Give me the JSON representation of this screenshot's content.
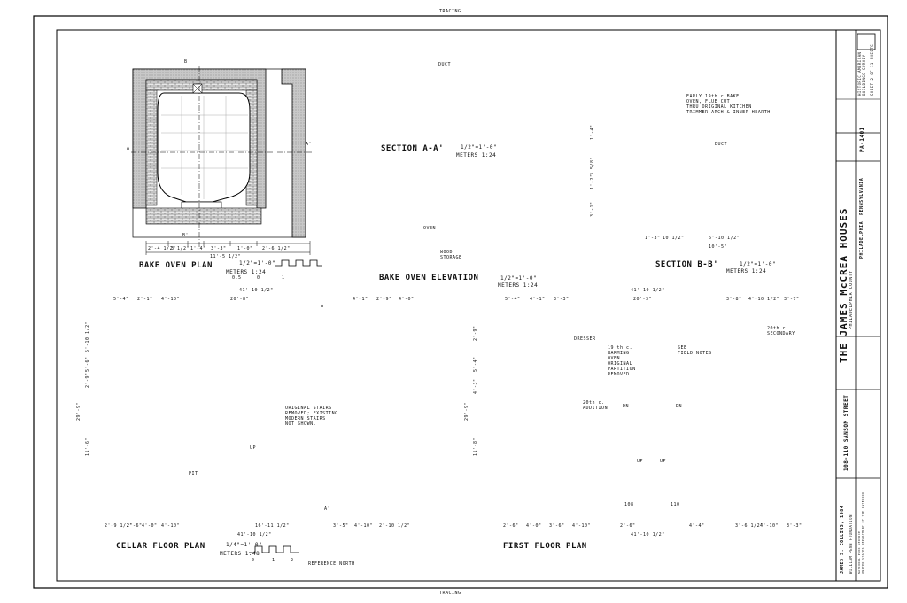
{
  "sheet": {
    "top_marker": "TRACING",
    "bottom_marker": "TRACING"
  },
  "drawings": {
    "bake_oven_plan": {
      "title": "BAKE OVEN PLAN",
      "scale_imperial": "1/2\"=1'-0\"",
      "scale_metric": "METERS 1:24",
      "scale_ticks": [
        "0.5",
        "0",
        "1"
      ],
      "section_marks": [
        "B",
        "A",
        "A'",
        "B'"
      ],
      "dims_bottom": [
        "2'-4 1/2\"",
        "3 1/2\"",
        "1'-4\"",
        "3'-3\"",
        "1'-0\"",
        "2'-6 1/2\""
      ],
      "dim_total": "11'-5 1/2\""
    },
    "section_aa": {
      "title": "SECTION  A-A'",
      "scale_imperial": "1/2\"=1'-0\"",
      "scale_metric": "METERS 1:24",
      "note": "DUCT"
    },
    "bake_oven_elevation": {
      "title": "BAKE OVEN ELEVATION",
      "scale_imperial": "1/2\"=1'-0\"",
      "scale_metric": "METERS 1:24",
      "labels": [
        "OVEN",
        "WOOD\nSTORAGE"
      ]
    },
    "section_bb": {
      "title": "SECTION  B-B'",
      "scale_imperial": "1/2\"=1'-0\"",
      "scale_metric": "METERS 1:24",
      "note": "EARLY 19th c BAKE\nOVEN, FLUE CUT\nTHRU ORIGINAL KITCHEN\nTRIMMER ARCH & INNER HEARTH",
      "duct": "DUCT",
      "dims_bottom": [
        "1'-3\"",
        "10 1/2\"",
        "6'-10 1/2\""
      ],
      "dim_total": "10'-5\"",
      "dims_left": [
        "1'-4\"",
        "3 5/8\"",
        "1'-2\"",
        "3'-1\""
      ]
    },
    "cellar_plan": {
      "title": "CELLAR FLOOR PLAN",
      "scale_imperial": "1/4\"=1'-0\"",
      "scale_metric": "METERS 1:48",
      "scale_ticks": [
        "0",
        "1",
        "2"
      ],
      "north": "REFERENCE NORTH",
      "note": "ORIGINAL STAIRS\nREMOVED; EXISTING\nMODERN STAIRS\nNOT SHOWN.",
      "pit": "PIT",
      "up": "UP",
      "section_marks": [
        "A",
        "A'"
      ],
      "dims_top": [
        "5'-4\"",
        "2'-1\"",
        "4'-10\"",
        "4'-1\"",
        "2'-9\"",
        "4'-0\""
      ],
      "dim_top_sub": "20'-8\"",
      "dim_total_top": "41'-10 1/2\"",
      "dims_bottom": [
        "2'-9 1/2\"",
        "2'-6\"",
        "4'-0\"",
        "4'-10\"",
        "16'-11 1/2\"",
        "3'-5\"",
        "4'-10\"",
        "2'-10 1/2\""
      ],
      "dim_total_bottom": "41'-10 1/2\"",
      "dims_left": [
        "5'-10 1/2\"",
        "5'-6\"",
        "2'-9\"",
        "11'-6\"",
        "29'-9\""
      ]
    },
    "first_floor_plan": {
      "title": "FIRST FLOOR PLAN",
      "dresser": "DRESSER",
      "oven_note": "19 th c.\nWARMING\nOVEN\nORIGINAL\nPARTITION\nREMOVED",
      "see_notes": "SEE\nFIELD NOTES",
      "closet": "20th c.\nSECONDARY",
      "addition": "20th c.\nADDITION",
      "up_labels": [
        "UP",
        "UP"
      ],
      "dn_labels": [
        "DN",
        "DN"
      ],
      "door_nums": [
        "108",
        "110"
      ],
      "dims_top": [
        "5'-4\"",
        "4'-1\"",
        "3'-3\"",
        "3'-8\"",
        "4'-10 1/2\"",
        "3'-7\""
      ],
      "dim_top_sub": "20'-3\"",
      "dim_total_top": "41'-10 1/2\"",
      "dims_bottom": [
        "2'-6\"",
        "4'-0\"",
        "3'-6\"",
        "4'-10\"",
        "2'-6\"",
        "4'-4\"",
        "3'-6 1/2\"",
        "4'-10\"",
        "3'-3\""
      ],
      "dim_total_bottom": "41'-10 1/2\"",
      "dims_left": [
        "2'-9\"",
        "5'-4\"",
        "4'-3\"",
        "11'-8\"",
        "29'-9\""
      ]
    }
  },
  "title_block": {
    "building": "THE JAMES McCREA HOUSES",
    "county": "PHILADELPHIA COUNTY",
    "address": "108-110 SANSOM STREET",
    "city": "PHILADELPHIA, PENNSYLVANIA",
    "program": "HISTORIC AMERICAN\nBUILDINGS SURVEY",
    "survey_no": "PA-1401",
    "sheet_no": "SHEET 2 OF 11 SHEETS",
    "delineator": "JAMES S. COLLINS, 1984",
    "institution": "WILLIAM PENN FOUNDATION",
    "agency": "NATIONAL PARK SERVICE\nUNITED STATES DEPARTMENT OF THE INTERIOR"
  }
}
